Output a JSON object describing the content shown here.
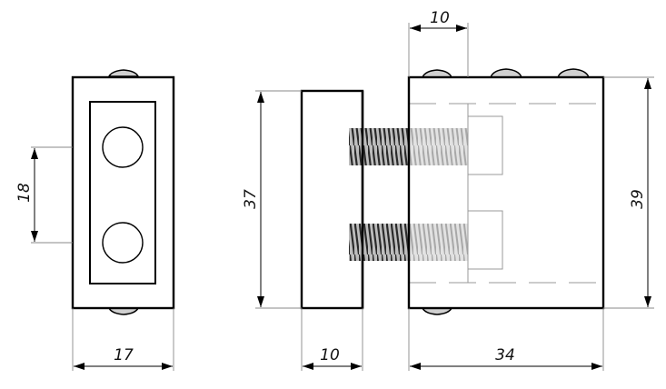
{
  "drawing": {
    "dimensions": {
      "front_hole_spacing": "18",
      "front_width": "17",
      "side_plate_height": "37",
      "side_plate_width": "10",
      "body_top_offset": "10",
      "body_height": "39",
      "body_width": "34"
    }
  }
}
